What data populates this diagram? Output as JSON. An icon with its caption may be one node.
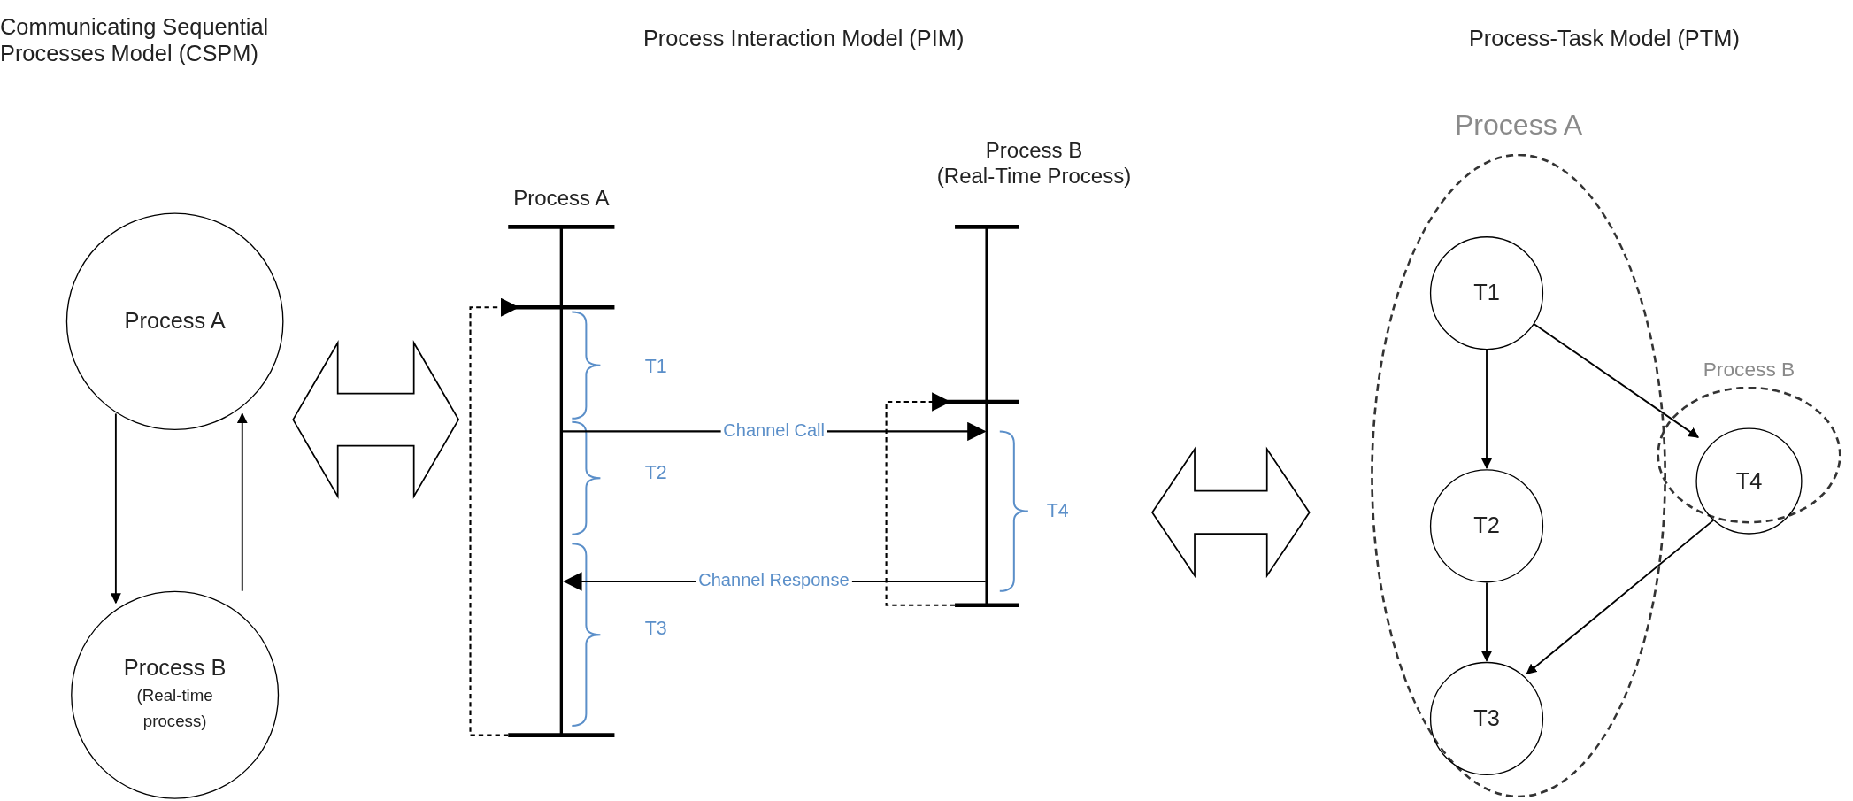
{
  "diagram": {
    "nodes": [
      {
        "text": [
          "Communicating Sequential Processes Model (CSPM)"
        ]
      },
      {
        "text": [
          "Process A"
        ],
        "in": 0
      },
      {
        "text": [
          "Process B",
          "(Real-time process)"
        ],
        "in": 0
      },
      {
        "text": [
          "Process Interaction Model (PIM)"
        ]
      },
      {
        "text": [
          "Process A"
        ],
        "in": 3
      },
      {
        "text": [
          "Process B (Real-Time Process)"
        ],
        "in": 3
      },
      {
        "text": [
          "Process-Task Model (PTM)"
        ]
      },
      {
        "text": [
          "Process A"
        ],
        "in": 6
      },
      {
        "text": [
          "T1"
        ],
        "in": 7
      },
      {
        "text": [
          "T2"
        ],
        "in": 7
      },
      {
        "text": [
          "T3"
        ],
        "in": 7
      },
      {
        "text": [
          "Process B"
        ],
        "in": 6
      },
      {
        "text": [
          "T4"
        ],
        "in": 11
      }
    ],
    "edges": [
      {
        "from": 1,
        "to": 2,
        "arrow": "to"
      },
      {
        "from": 2,
        "to": 1,
        "arrow": "to"
      },
      {
        "from": 0,
        "to": 3,
        "arrow": "both"
      },
      {
        "from": 4,
        "to": 4,
        "arrow": "to",
        "style": "dashed"
      },
      {
        "from": 5,
        "to": 5,
        "arrow": "to",
        "style": "dashed"
      },
      {
        "from": 4,
        "to": 5,
        "arrow": "to",
        "label": "Channel Call"
      },
      {
        "from": 5,
        "to": 4,
        "arrow": "to",
        "label": "Channel Response"
      },
      {
        "from": 3,
        "to": 6,
        "arrow": "both"
      },
      {
        "from": 8,
        "to": 9,
        "arrow": "to"
      },
      {
        "from": 9,
        "to": 10,
        "arrow": "to"
      },
      {
        "from": 8,
        "to": 12,
        "arrow": "to"
      },
      {
        "from": 12,
        "to": 10,
        "arrow": "to"
      }
    ],
    "labels": [
      "T1",
      "T2",
      "T3",
      "T4"
    ]
  }
}
